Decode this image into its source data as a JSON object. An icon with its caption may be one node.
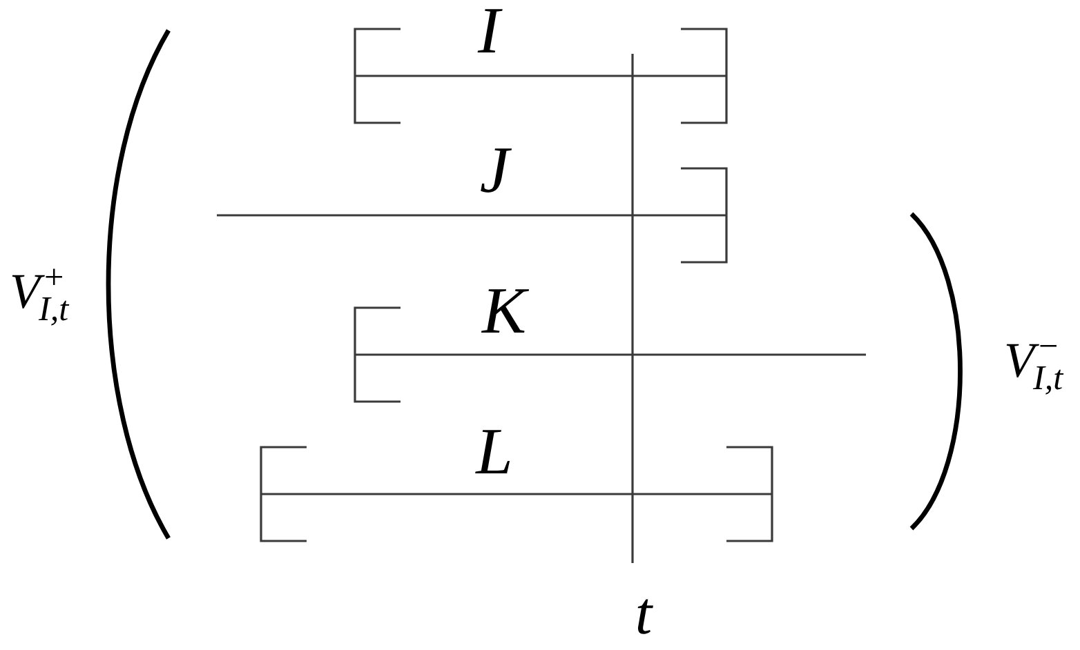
{
  "diagram": {
    "labels": [
      "I",
      "J",
      "V$^{+}$$_{I,t}$",
      "K",
      "V$^{−}$$_{I,t}$",
      "L",
      "t"
    ]
  }
}
